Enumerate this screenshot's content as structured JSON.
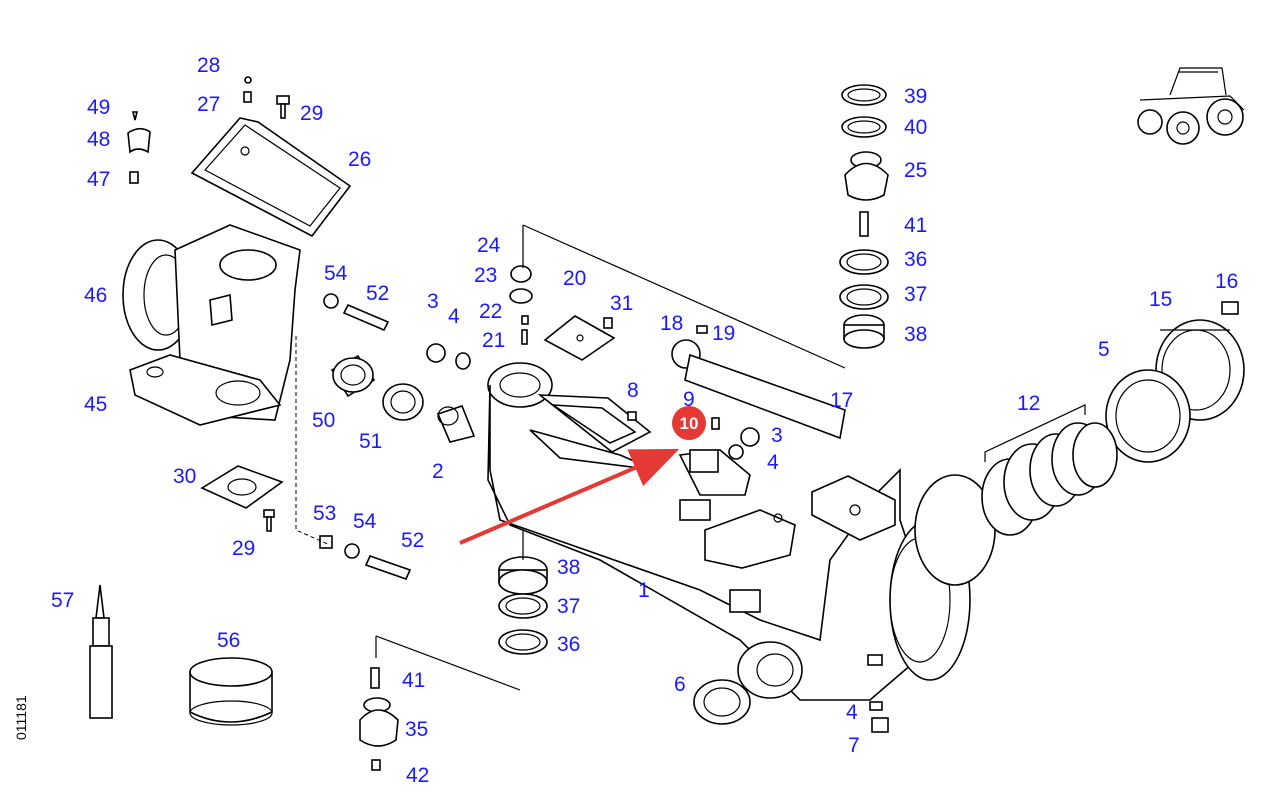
{
  "diagram": {
    "drawing_code": "011181",
    "highlight": {
      "label": "10",
      "color": "#e53935"
    },
    "label_color": "#1a1aff",
    "parts": [
      {
        "label": "28"
      },
      {
        "label": "27"
      },
      {
        "label": "29"
      },
      {
        "label": "49"
      },
      {
        "label": "48"
      },
      {
        "label": "47"
      },
      {
        "label": "26"
      },
      {
        "label": "46"
      },
      {
        "label": "54"
      },
      {
        "label": "52"
      },
      {
        "label": "45"
      },
      {
        "label": "50"
      },
      {
        "label": "51"
      },
      {
        "label": "2"
      },
      {
        "label": "30"
      },
      {
        "label": "29"
      },
      {
        "label": "53"
      },
      {
        "label": "54"
      },
      {
        "label": "52"
      },
      {
        "label": "57"
      },
      {
        "label": "56"
      },
      {
        "label": "41"
      },
      {
        "label": "35"
      },
      {
        "label": "42"
      },
      {
        "label": "24"
      },
      {
        "label": "23"
      },
      {
        "label": "22"
      },
      {
        "label": "21"
      },
      {
        "label": "20"
      },
      {
        "label": "31"
      },
      {
        "label": "3"
      },
      {
        "label": "4"
      },
      {
        "label": "8"
      },
      {
        "label": "9"
      },
      {
        "label": "18"
      },
      {
        "label": "19"
      },
      {
        "label": "17"
      },
      {
        "label": "3"
      },
      {
        "label": "4"
      },
      {
        "label": "38"
      },
      {
        "label": "37"
      },
      {
        "label": "36"
      },
      {
        "label": "1"
      },
      {
        "label": "39"
      },
      {
        "label": "40"
      },
      {
        "label": "25"
      },
      {
        "label": "41"
      },
      {
        "label": "36"
      },
      {
        "label": "37"
      },
      {
        "label": "38"
      },
      {
        "label": "16"
      },
      {
        "label": "15"
      },
      {
        "label": "5"
      },
      {
        "label": "12"
      },
      {
        "label": "6"
      },
      {
        "label": "4"
      },
      {
        "label": "7"
      }
    ]
  }
}
